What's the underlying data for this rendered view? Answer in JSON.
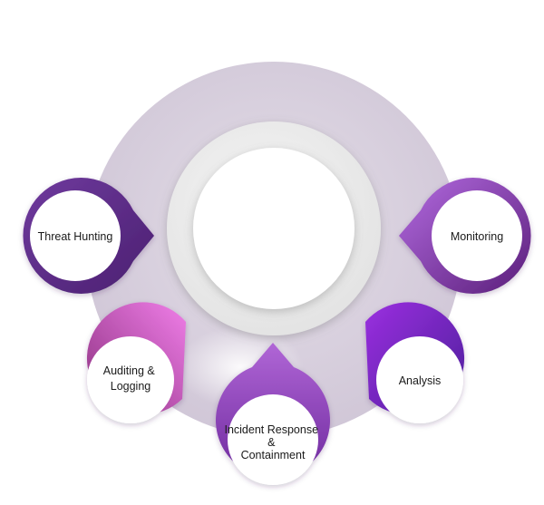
{
  "diagram": {
    "nodes": [
      {
        "id": "threat-hunting",
        "lines": [
          "Threat Hunting"
        ]
      },
      {
        "id": "monitoring",
        "lines": [
          "Monitoring"
        ]
      },
      {
        "id": "auditing-logging",
        "lines": [
          "Auditing &",
          "Logging"
        ]
      },
      {
        "id": "analysis",
        "lines": [
          "Analysis"
        ]
      },
      {
        "id": "incident-response",
        "lines": [
          "Incident Response",
          "&",
          "Containment"
        ]
      }
    ]
  },
  "colors": {
    "outer_ring": "#d8d0dc",
    "inner_ring": "#eeeeee",
    "center": "#ffffff",
    "purple_dark": "#5b2a86",
    "purple_mid": "#8a3cc2",
    "magenta": "#d86ad6",
    "violet": "#7a2fd0"
  }
}
